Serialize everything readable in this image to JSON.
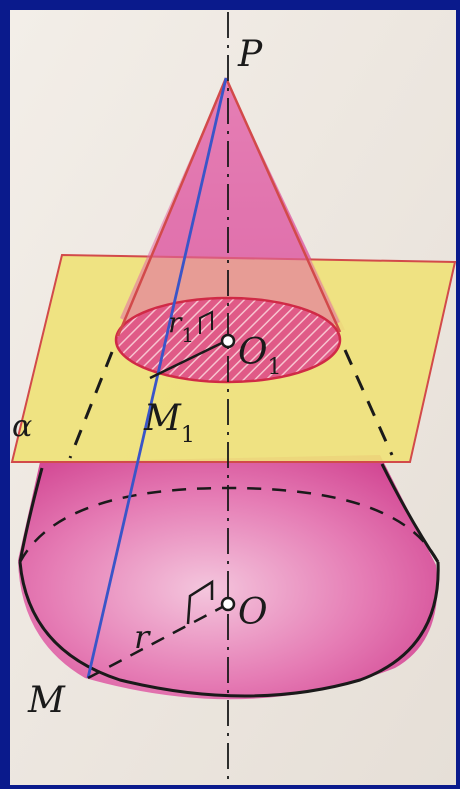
{
  "labels": {
    "apex": "P",
    "upper_center": "O",
    "upper_center_sub": "1",
    "upper_radius": "r",
    "upper_radius_sub": "1",
    "upper_point": "M",
    "upper_point_sub": "1",
    "lower_center": "O",
    "lower_radius": "r",
    "lower_point": "M",
    "plane": "α"
  },
  "colors": {
    "background": "#0a1a8c",
    "paper": "#ece6df",
    "plane_fill": "#efe27a",
    "plane_edge": "#d24a4a",
    "cone_fill": "#d9479b",
    "generatrix": "#3a55c8",
    "ink": "#1a1a1a"
  }
}
